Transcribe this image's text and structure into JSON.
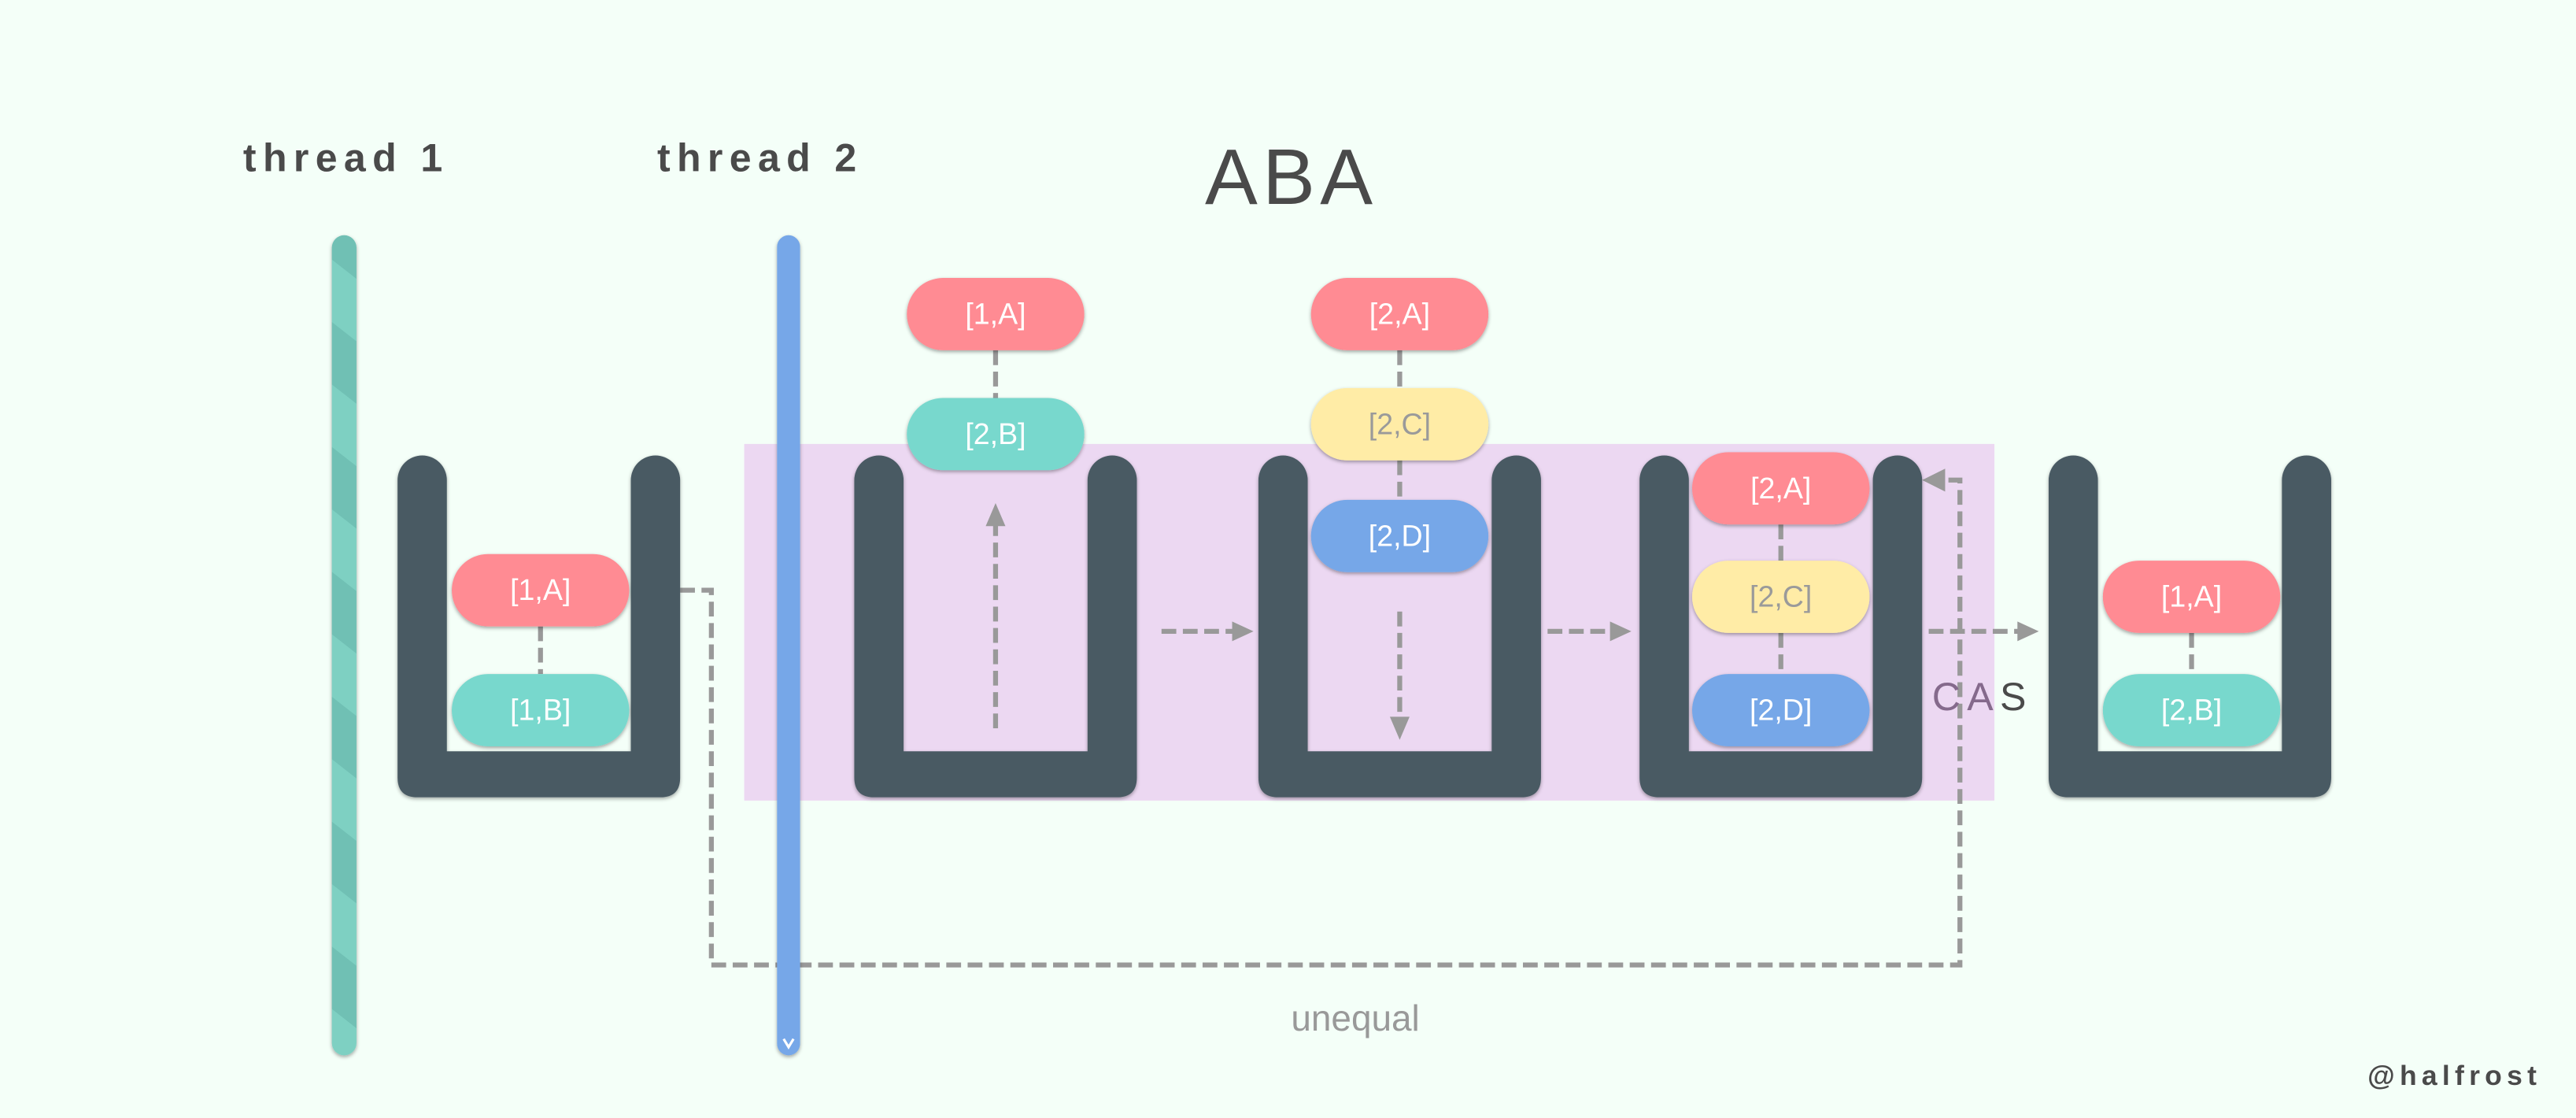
{
  "title": "ABA",
  "threads": [
    {
      "label": "thread 1",
      "color": "#7ed0c2"
    },
    {
      "label": "thread 2",
      "color": "#76a7e8"
    }
  ],
  "colors": {
    "background": "#f4fff8",
    "highlight": "#ecd8f2",
    "stack": "#485a64",
    "node_red": "#ff8b93",
    "node_teal": "#78d8cd",
    "node_yellow": "#ffeca6",
    "node_blue": "#76a7e8",
    "connector": "#999999",
    "cas_purple": "#856a8c",
    "text_dark": "#4a4a4a"
  },
  "stacks": [
    {
      "id": "thread1-initial",
      "nodes": [
        {
          "label": "[1,A]",
          "color": "red"
        },
        {
          "label": "[1,B]",
          "color": "teal"
        }
      ]
    },
    {
      "id": "thread2-pop",
      "floating": [
        {
          "label": "[1,A]",
          "color": "red"
        },
        {
          "label": "[2,B]",
          "color": "teal"
        }
      ]
    },
    {
      "id": "thread2-push",
      "floating": [
        {
          "label": "[2,A]",
          "color": "red"
        },
        {
          "label": "[2,C]",
          "color": "yellow"
        },
        {
          "label": "[2,D]",
          "color": "blue"
        }
      ]
    },
    {
      "id": "thread2-result",
      "nodes": [
        {
          "label": "[2,A]",
          "color": "red"
        },
        {
          "label": "[2,C]",
          "color": "yellow"
        },
        {
          "label": "[2,D]",
          "color": "blue"
        }
      ]
    },
    {
      "id": "after-cas",
      "nodes": [
        {
          "label": "[1,A]",
          "color": "red"
        },
        {
          "label": "[2,B]",
          "color": "teal"
        }
      ]
    }
  ],
  "labels": {
    "cas_prefix": "CA",
    "cas_suffix": "S",
    "unequal": "unequal",
    "credit": "@halfrost"
  },
  "icons": {
    "scroll_down": "chevron-down-icon"
  }
}
